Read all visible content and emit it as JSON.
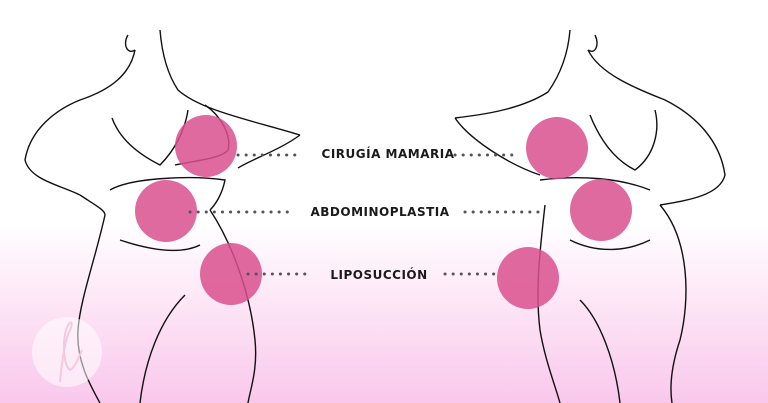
{
  "labels": {
    "breast": "CIRUGÍA MAMARIA",
    "abdomen": "ABDOMINOPLASTIA",
    "lipo": "LIPOSUCCIÓN"
  },
  "colors": {
    "marker": "#d9508e",
    "line": "#111111",
    "dots": "#555555"
  }
}
